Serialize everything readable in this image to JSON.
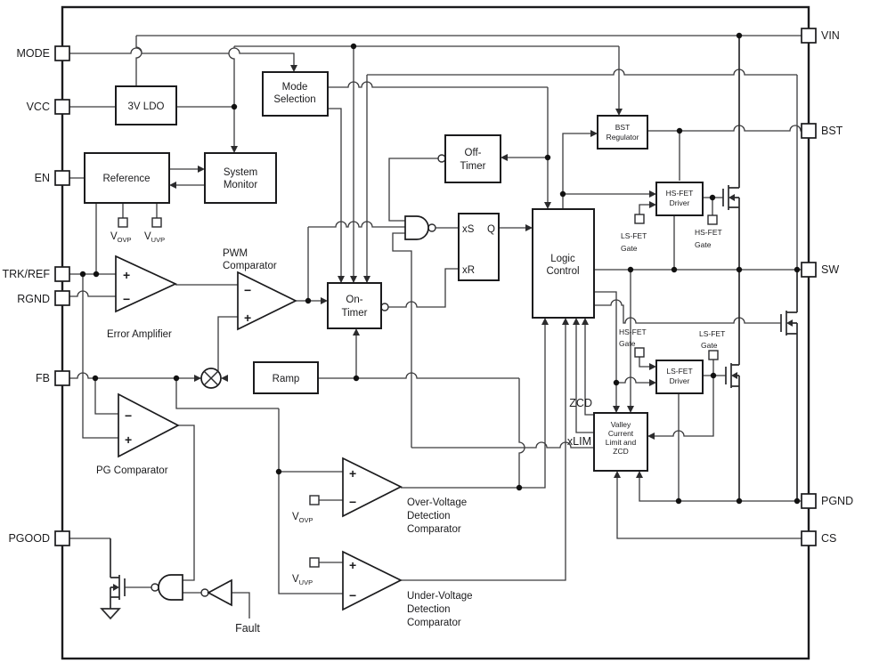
{
  "diagram_type": "ic-functional-block-diagram",
  "pins": {
    "left": [
      {
        "label": "MODE"
      },
      {
        "label": "VCC"
      },
      {
        "label": "EN"
      },
      {
        "label": "TRK/REF"
      },
      {
        "label": "RGND"
      },
      {
        "label": "FB"
      },
      {
        "label": "PGOOD"
      }
    ],
    "right": [
      {
        "label": "VIN"
      },
      {
        "label": "BST"
      },
      {
        "label": "SW"
      },
      {
        "label": "PGND"
      },
      {
        "label": "CS"
      }
    ]
  },
  "blocks": {
    "ldo": "3V LDO",
    "mode_sel": [
      "Mode",
      "Selection"
    ],
    "reference": "Reference",
    "sys_mon": [
      "System",
      "Monitor"
    ],
    "off_timer": [
      "Off-",
      "Timer"
    ],
    "on_timer": [
      "On-",
      "Timer"
    ],
    "bst_reg": [
      "BST",
      "Regulator"
    ],
    "hs_drv": [
      "HS-FET",
      "Driver"
    ],
    "ls_drv": [
      "LS-FET",
      "Driver"
    ],
    "logic": [
      "Logic",
      "Control"
    ],
    "valley": [
      "Valley",
      "Current",
      "Limit and",
      "ZCD"
    ],
    "ramp": "Ramp"
  },
  "latch": {
    "s": "xS",
    "q": "Q",
    "r": "xR"
  },
  "comparators": {
    "error_amp": "Error Amplifier",
    "pwm": [
      "PWM",
      "Comparator"
    ],
    "pg": "PG Comparator",
    "ovp": [
      "Over-Voltage",
      "Detection",
      "Comparator"
    ],
    "uvp": [
      "Under-Voltage",
      "Detection",
      "Comparator"
    ]
  },
  "net_labels": {
    "zcd": "ZCD",
    "xlim": "xLIM",
    "fault": "Fault"
  },
  "gate_labels": {
    "hs": [
      "HS-FET",
      "Gate"
    ],
    "ls": [
      "LS-FET",
      "Gate"
    ]
  },
  "refs": {
    "v": "V",
    "ovp": "OVP",
    "uvp": "UVP"
  },
  "signs": {
    "plus": "+",
    "minus": "−"
  }
}
